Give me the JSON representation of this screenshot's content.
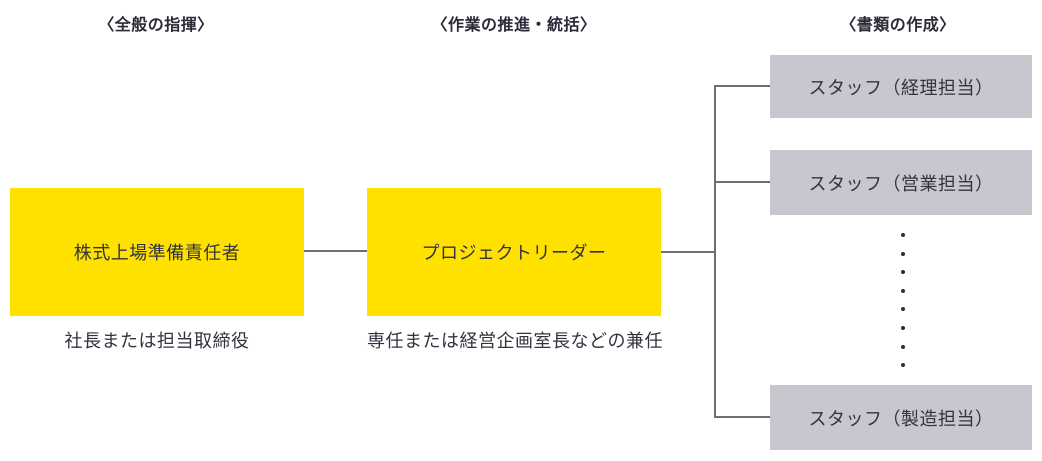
{
  "diagram": {
    "title": "IPO preparation organization chart",
    "colors": {
      "role_box_yellow": "#ffe100",
      "staff_box_gray": "#c7c7cf",
      "connector_line": "#6e6e78",
      "text": "#33333f",
      "background": "#ffffff"
    },
    "headers": [
      {
        "label": "〈全般の指揮〉"
      },
      {
        "label": "〈作業の推進・統括〉"
      },
      {
        "label": "〈書類の作成〉"
      }
    ],
    "nodes": {
      "preparation_manager": {
        "label": "株式上場準備責任者",
        "caption": "社長または担当取締役"
      },
      "project_leader": {
        "label": "プロジェクトリーダー",
        "caption": "専任または経営企画室長などの兼任"
      }
    },
    "staff": [
      {
        "label": "スタッフ（経理担当）"
      },
      {
        "label": "スタッフ（営業担当）"
      },
      {
        "label": "スタッフ（製造担当）"
      }
    ],
    "ellipsis": {
      "count": 8
    }
  }
}
